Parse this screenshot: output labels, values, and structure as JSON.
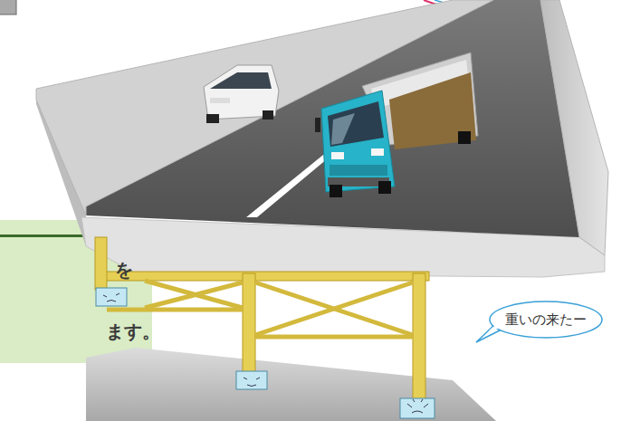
{
  "diagram": {
    "nodes": [
      {
        "text": [
          "を",
          "ます。"
        ]
      },
      {
        "text": [
          "重いの来たー"
        ]
      }
    ]
  }
}
